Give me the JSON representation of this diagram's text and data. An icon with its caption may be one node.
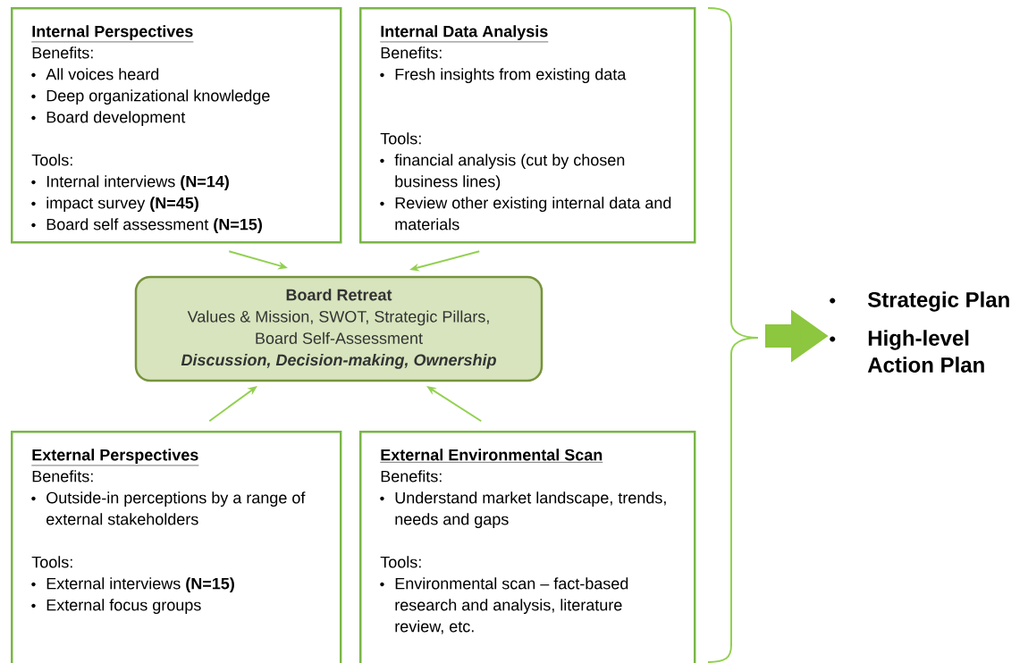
{
  "diagram": {
    "nodes": [
      {
        "text": [
          "Internal Perspectives",
          "Benefits:",
          "All voices heard",
          "Deep organizational knowledge",
          "Board development",
          "Tools:",
          "Internal interviews **(N=14)**",
          "impact survey **(N=45)**",
          "Board self assessment **(N=15)**"
        ]
      },
      {
        "text": [
          "Internal Data Analysis",
          "Benefits:",
          "Fresh insights from existing data",
          "Tools:",
          "financial analysis (cut by chosen business lines)",
          "Review other existing internal data and materials"
        ]
      },
      {
        "text": [
          "Board Retreat",
          "Values & Mission, SWOT, Strategic Pillars, Board Self-Assessment",
          "Discussion, Decision-making,  Ownership"
        ]
      },
      {
        "text": [
          "External Perspectives",
          "Benefits:",
          "Outside-in perceptions by a range of external stakeholders",
          "Tools:",
          "External interviews **(N=15)**",
          "External focus groups"
        ]
      },
      {
        "text": [
          "External Environmental Scan",
          "Benefits:",
          "Understand market landscape, trends, needs and gaps",
          "Tools:",
          "Environmental scan – fact-based research and analysis, literature review, etc."
        ]
      },
      {
        "text": [
          "Strategic Plan",
          "High-level Action Plan"
        ]
      },
      {
        "text": [],
        "shape": "brace"
      }
    ],
    "edges": [
      {
        "from": 0,
        "to": 2,
        "arrow": "to"
      },
      {
        "from": 1,
        "to": 2,
        "arrow": "to"
      },
      {
        "from": 3,
        "to": 2,
        "arrow": "to"
      },
      {
        "from": 4,
        "to": 2,
        "arrow": "to"
      },
      {
        "from": 6,
        "to": 5,
        "arrow": "to",
        "style": "thick"
      }
    ]
  }
}
